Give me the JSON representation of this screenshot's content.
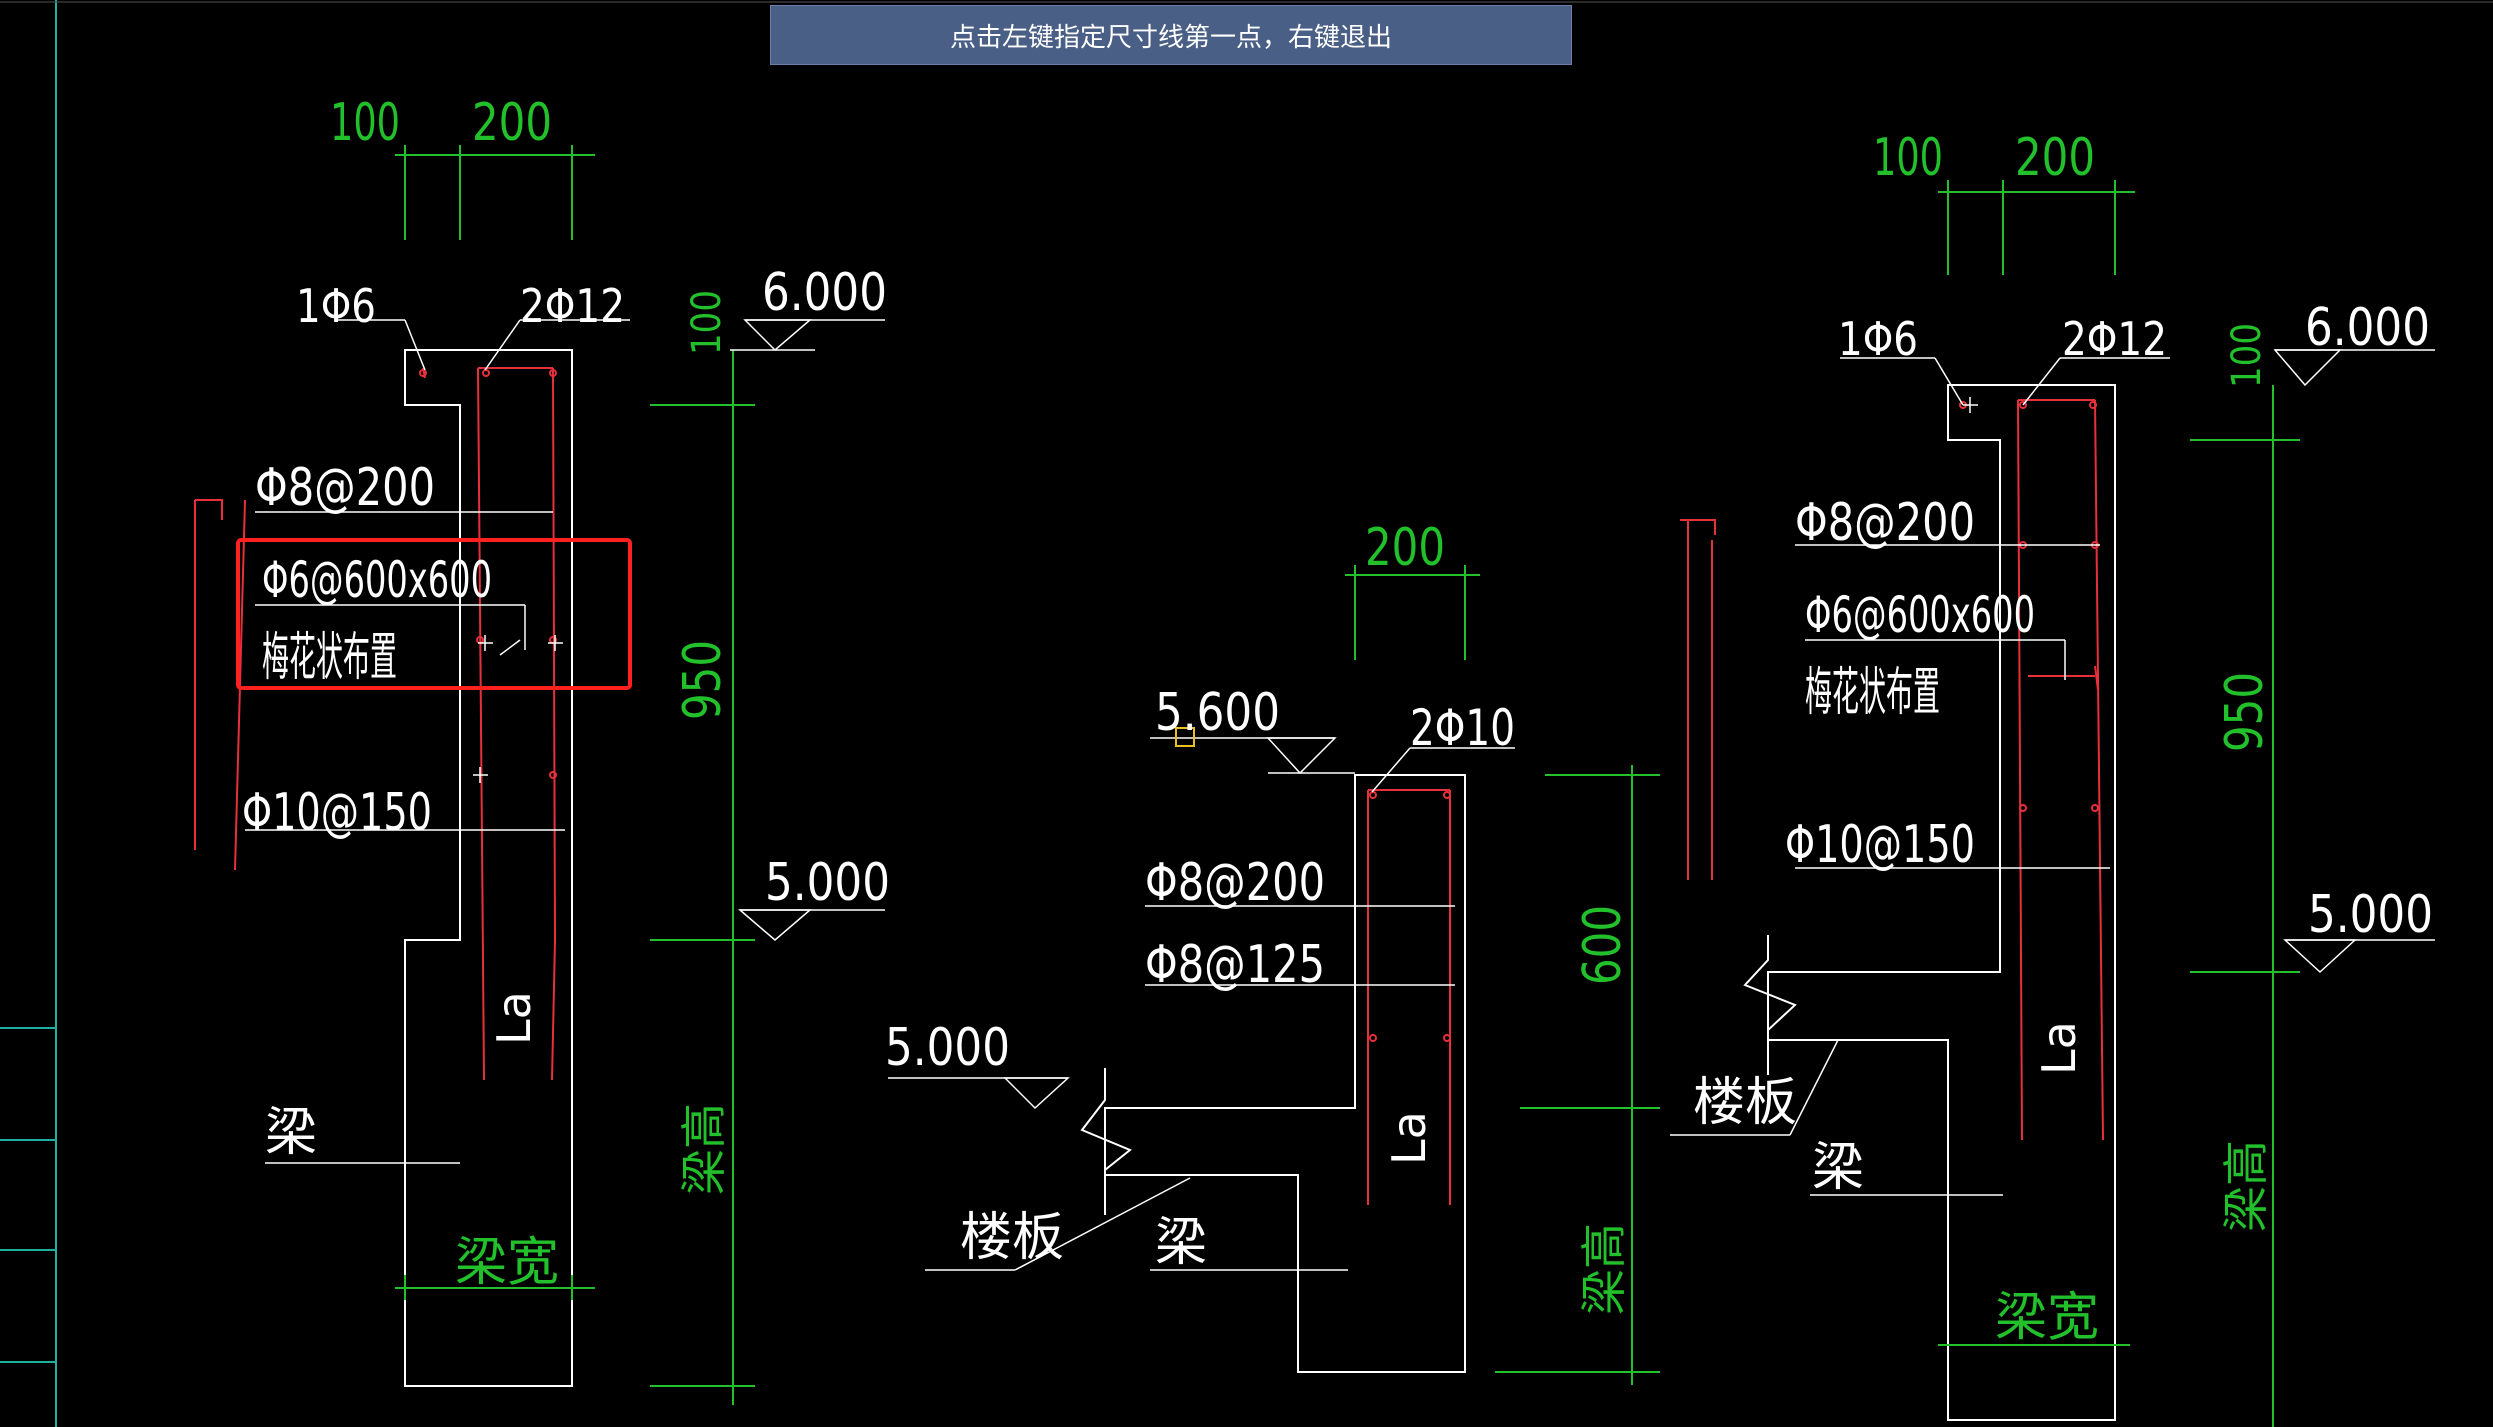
{
  "command_prompt": "点击左键指定尺寸线第一点，右键退出",
  "colors": {
    "background": "#000000",
    "outline": "#ffffff",
    "rebar": "#e8303a",
    "dimension": "#22c02a",
    "highlight_box": "#ff2020",
    "snap_marker": "#e8c020",
    "prompt_bg": "#4a5f85"
  },
  "detail_left": {
    "dim_top_1": "100",
    "dim_top_2": "200",
    "bar_top_left": "1Φ6",
    "bar_top_right": "2Φ12",
    "elev_top": "6.000",
    "dim_v_100": "100",
    "stirrup": "Φ8@200",
    "tie_spec": "Φ6@600x600",
    "tie_layout": "梅花状布置",
    "horiz_bar": "Φ10@150",
    "dim_950": "950",
    "elev_mid": "5.000",
    "anchor": "La",
    "beam": "梁",
    "beam_height": "梁高",
    "beam_width": "梁宽"
  },
  "detail_middle": {
    "dim_top": "200",
    "elev_top": "5.600",
    "bar_top": "2Φ10",
    "stirrup_1": "Φ8@200",
    "stirrup_2": "Φ8@125",
    "dim_600": "600",
    "elev_slab": "5.000",
    "slab": "楼板",
    "beam": "梁",
    "anchor": "La",
    "beam_height": "梁高"
  },
  "detail_right": {
    "dim_top_1": "100",
    "dim_top_2": "200",
    "bar_top_left": "1Φ6",
    "bar_top_right": "2Φ12",
    "elev_top": "6.000",
    "dim_v_100": "100",
    "stirrup": "Φ8@200",
    "tie_spec": "Φ6@600x600",
    "tie_layout": "梅花状布置",
    "horiz_bar": "Φ10@150",
    "dim_950": "950",
    "elev_mid": "5.000",
    "slab": "楼板",
    "beam": "梁",
    "anchor": "La",
    "beam_height": "梁高",
    "beam_width": "梁宽"
  }
}
